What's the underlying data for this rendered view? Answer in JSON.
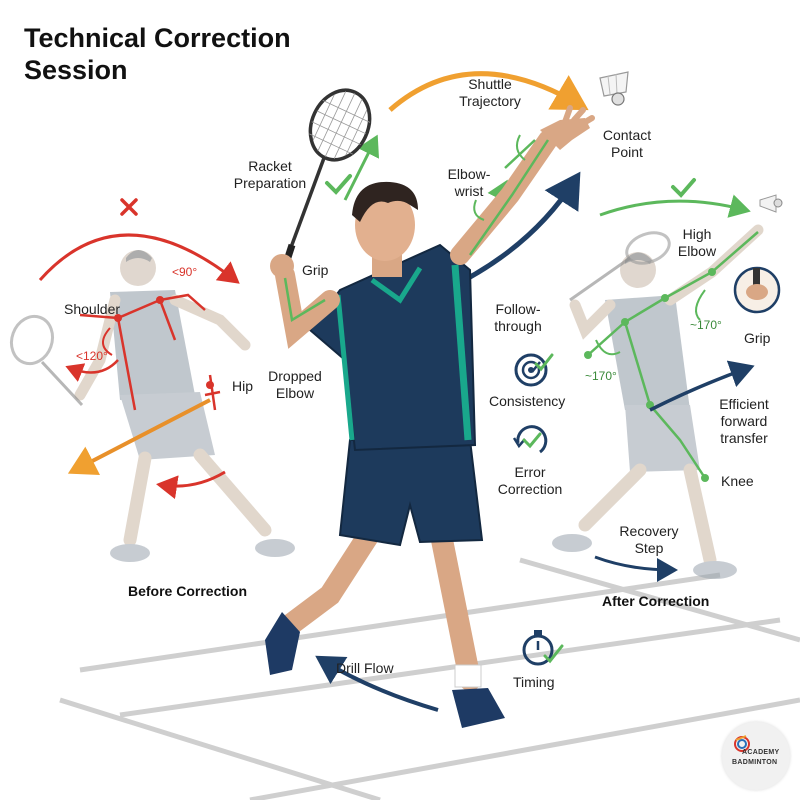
{
  "title": {
    "line1": "Technical Correction",
    "line2": "Session"
  },
  "captions": {
    "before": "Before Correction",
    "after": "After Correction"
  },
  "labels": {
    "shuttle_trajectory_1": "Shuttle",
    "shuttle_trajectory_2": "Trajectory",
    "contact_point_1": "Contact",
    "contact_point_2": "Point",
    "racket_prep_1": "Racket",
    "racket_prep_2": "Preparation",
    "elbow_wrist_1": "Elbow-",
    "elbow_wrist_2": "wrist",
    "grip_center": "Grip",
    "follow_through_1": "Follow-",
    "follow_through_2": "through",
    "dropped_elbow_1": "Dropped",
    "dropped_elbow_2": "Elbow",
    "consistency": "Consistency",
    "error_correction_1": "Error",
    "error_correction_2": "Correction",
    "drill_flow": "Drill Flow",
    "timing": "Timing",
    "shoulder": "Shoulder",
    "hip": "Hip",
    "angle_90": "<90°",
    "angle_120": "<120°",
    "high_elbow_1": "High",
    "high_elbow_2": "Elbow",
    "grip_right": "Grip",
    "angle_170_a": "~170°",
    "angle_170_b": "~170°",
    "efficient_1": "Efficient",
    "efficient_2": "forward",
    "efficient_3": "transfer",
    "knee": "Knee",
    "recovery_1": "Recovery",
    "recovery_2": "Step"
  },
  "logo": {
    "line1": "ACADEMY",
    "line2": "BADMINTON"
  },
  "colors": {
    "incorrect": "#d9342b",
    "correct": "#5cb85c",
    "trajectory": "#f0a030",
    "forward_arrow": "#e8902a",
    "navy": "#1f3f66",
    "jersey": "#1d3a5c",
    "jersey_accent": "#19a88c",
    "ghost": "#b8bfc6"
  },
  "icons": {
    "shuttlecock": "shuttlecock-icon",
    "cross": "cross-mark-icon",
    "check": "check-mark-icon",
    "target": "target-check-icon",
    "cycle": "cycle-check-icon",
    "stopwatch": "stopwatch-check-icon",
    "logo": "academy-logo"
  }
}
